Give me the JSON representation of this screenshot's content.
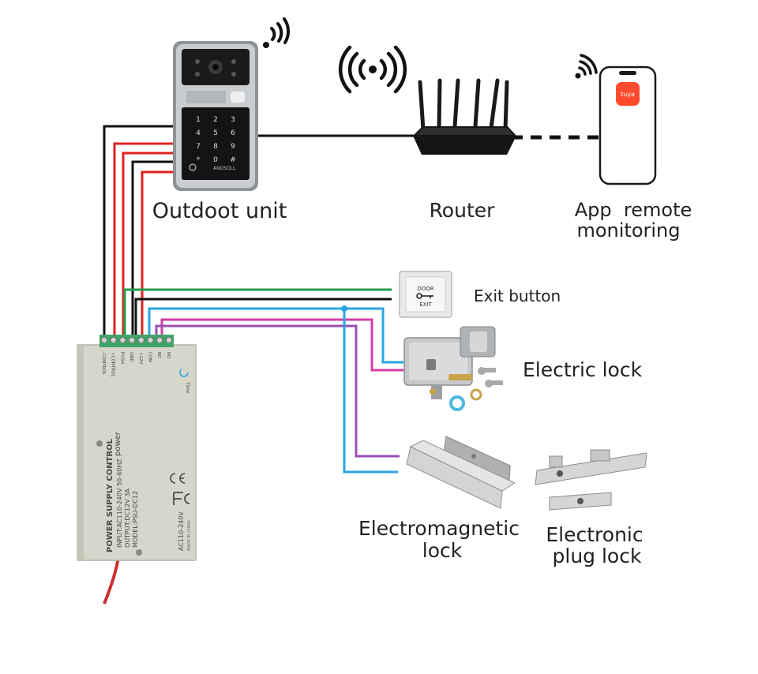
{
  "labels": {
    "outdoor_unit": "Outdoot unit",
    "router": "Router",
    "app_line1": "App  remote",
    "app_line2": "monitoring",
    "exit_button": "Exit button",
    "electric_lock": "Electric lock",
    "em_lock_line1": "Electromagnetic",
    "em_lock_line2": "lock",
    "plug_lock_line1": "Electronic",
    "plug_lock_line2": "plug lock"
  },
  "outdoor_unit": {
    "brand": "ANDSOLL",
    "keys": [
      "1",
      "2",
      "3",
      "4",
      "5",
      "6",
      "7",
      "8",
      "9",
      "*",
      "0",
      "#"
    ]
  },
  "phone": {
    "app_brand": "tuya"
  },
  "exit_plate": {
    "line1": "DOOR",
    "line2": "EXIT"
  },
  "psu": {
    "title": "POWER SUPPLY CONTROL",
    "power_label": "power",
    "spec_lines": [
      "INPUT:AC110-240V 50-60HZ",
      "OUTPUT:DC12V 3A",
      "MODEL:PSU-DC12"
    ],
    "voltage_label": "AC110-240V",
    "sub_label": "MADE IN CHINA",
    "terminals": [
      "-CONTROL",
      "+CONTROL",
      "PUSH",
      "GND",
      "+12V",
      "COM",
      "NC",
      "NO"
    ],
    "time_label": "Time"
  },
  "colors": {
    "black_wire": "#111111",
    "red_wire": "#e02020",
    "green_wire": "#1f9d4a",
    "blue_wire": "#2aa6e0",
    "magenta_wire": "#d23ea6",
    "purple_wire": "#9a4fb4",
    "psu_body": "#dcdcd0",
    "terminal_green": "#3fa46a"
  }
}
